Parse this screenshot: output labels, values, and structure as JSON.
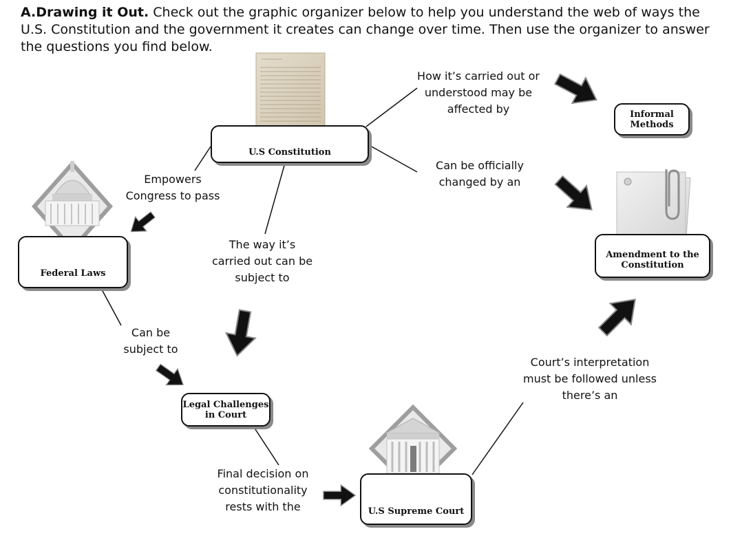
{
  "intro": {
    "heading": "A.Drawing it Out.",
    "text": " Check out the graphic organizer below to help you understand the web of ways the U.S. Constitution and the government it creates can change over time. Then use the organizer to answer the questions you find below."
  },
  "nodes": {
    "constitution": "U.S Constitution",
    "informal": "Informal Methods",
    "amendment": "Amendment to the Constitution",
    "federal_laws": "Federal Laws",
    "legal_challenges": "Legal Challenges in Court",
    "supreme_court": "U.S Supreme Court"
  },
  "labels": {
    "carried_out": "How it’s carried out or understood may be affected by",
    "officially": "Can be officially changed by an",
    "empowers": "Empowers Congress to pass",
    "way_carried": "The way it’s carried out can be subject to",
    "subject_to": "Can be subject to",
    "interpretation": "Court’s interpretation must be followed unless there’s an",
    "final_decision": "Final decision on constitutionality rests with the"
  },
  "icons": {
    "constitution": "constitution-document-icon",
    "capitol": "capitol-building-icon",
    "supreme_court": "supreme-court-building-icon",
    "amendment": "paper-clip-notes-icon",
    "arrow": "black-arrow-icon"
  }
}
